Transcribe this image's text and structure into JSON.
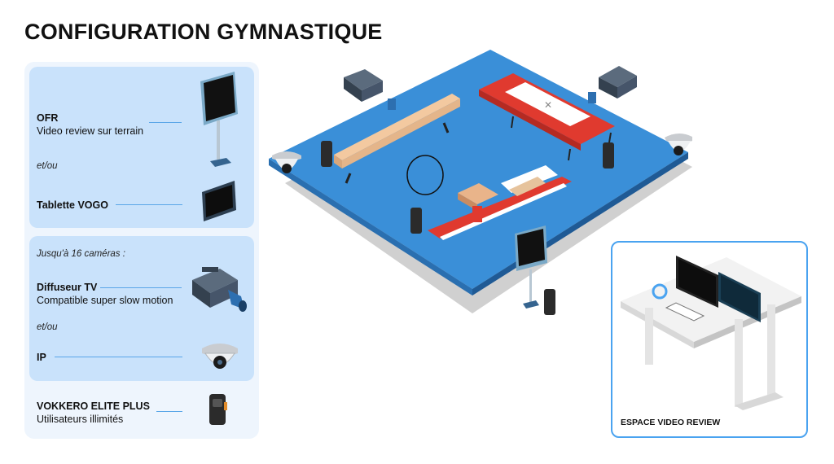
{
  "title": "CONFIGURATION GYMNASTIQUE",
  "legend": {
    "ofr_title": "OFR",
    "ofr_desc": "Video review sur terrain",
    "or1": "et/ou",
    "tablet_title": "Tablette VOGO",
    "cameras_note": "Jusqu'à 16 caméras :",
    "tv_title": "Diffuseur TV",
    "tv_desc": "Compatible super slow motion",
    "or2": "et/ou",
    "ip_title": "IP",
    "vokkero_title": "VOKKERO ELITE PLUS",
    "vokkero_desc": "Utilisateurs illimités"
  },
  "review_label": "ESPACE VIDEO REVIEW",
  "icons": [
    "monitor-stand-icon",
    "tablet-icon",
    "broadcast-camera-icon",
    "dome-camera-icon",
    "vokkero-device-icon"
  ],
  "colors": {
    "floor": "#3a8fd8",
    "panel": "#c9e2fb",
    "legend_bg": "#eef5fd",
    "accent_line": "#5aa6e8",
    "red": "#e03a2f",
    "border": "#4aa3f0"
  }
}
